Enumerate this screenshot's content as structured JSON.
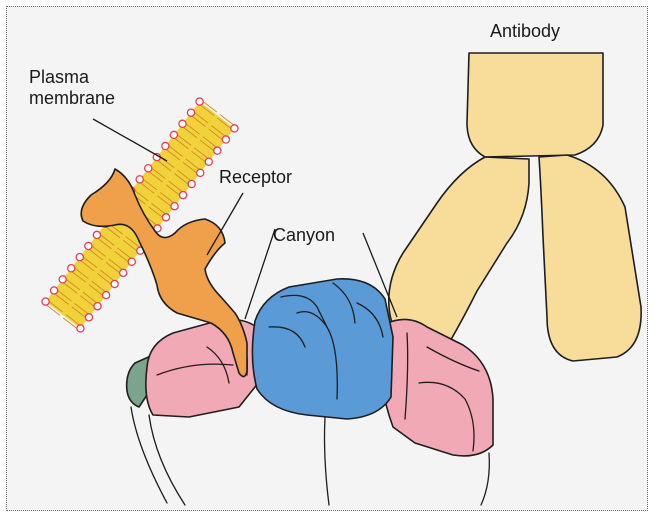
{
  "labels": {
    "plasma_membrane_line1": "Plasma",
    "plasma_membrane_line2": "membrane",
    "receptor": "Receptor",
    "canyon": "Canyon",
    "antibody": "Antibody"
  },
  "colors": {
    "background": "#f4f4f4",
    "membrane_tails": "#f2d23a",
    "membrane_heads": "#e0405a",
    "receptor": "#f0a04a",
    "antibody": "#f7dc9a",
    "capsid_blue": "#5a9ad6",
    "capsid_pink": "#f2a9b6",
    "capsid_green": "#7aa58c"
  }
}
